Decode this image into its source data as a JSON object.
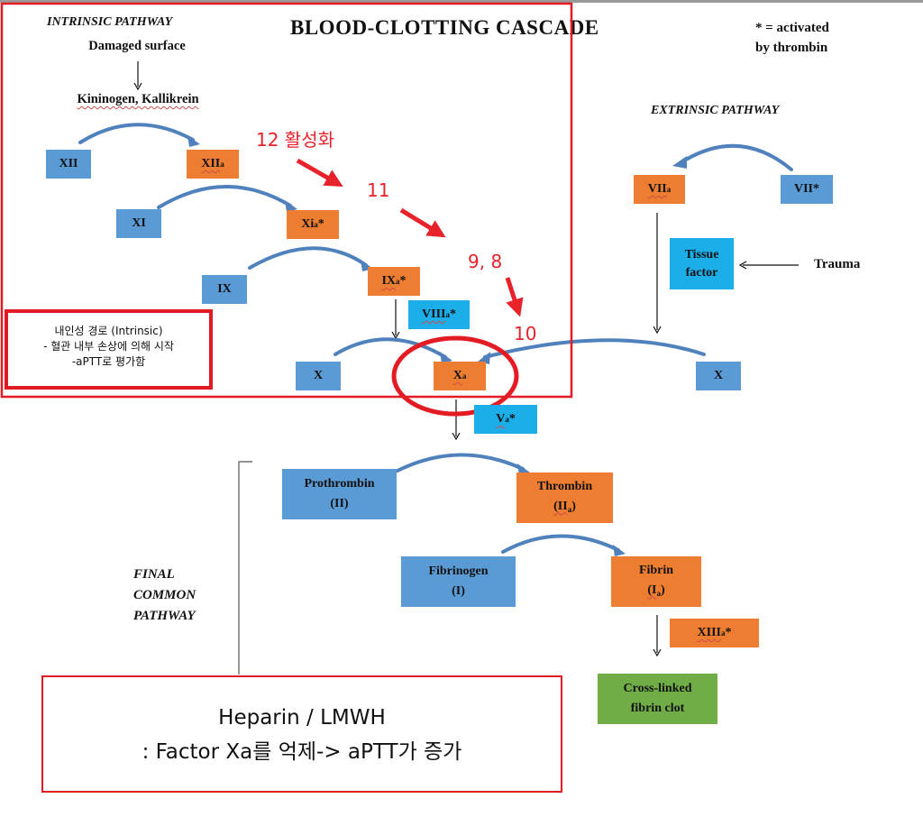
{
  "title": "BLOOD-CLOTTING CASCADE",
  "legend": {
    "line1": "* = activated",
    "line2": "by thrombin"
  },
  "intrinsic": {
    "header": "INTRINSIC PATHWAY",
    "damaged_surface": "Damaged surface",
    "kininogen": "Kininogen, Kallikrein",
    "factors": {
      "xii": "XII",
      "xiia": "XII",
      "xiia_sub": "a",
      "xi": "XI",
      "xia": "Xi",
      "xia_sub": "a",
      "xia_star": "*",
      "ix": "IX",
      "ixa": "IX",
      "ixa_sub": "a",
      "ixa_star": "*",
      "viiia": "VIII",
      "viiia_sub": "a",
      "viiia_star": "*",
      "x": "X"
    }
  },
  "extrinsic": {
    "header": "EXTRINSIC PATHWAY",
    "viia": "VII",
    "viia_sub": "a",
    "vii": "VII*",
    "tissue_factor_1": "Tissue",
    "tissue_factor_2": "factor",
    "trauma": "Trauma",
    "x": "X"
  },
  "common": {
    "header_1": "FINAL",
    "header_2": "COMMON",
    "header_3": "PATHWAY",
    "xa": "X",
    "xa_sub": "a",
    "va": "V",
    "va_sub": "a",
    "va_star": "*",
    "prothrombin_1": "Prothrombin",
    "prothrombin_2": "(II)",
    "thrombin_1": "Thrombin",
    "thrombin_2": "(II",
    "thrombin_sub": "a",
    "thrombin_close": ")",
    "fibrinogen_1": "Fibrinogen",
    "fibrinogen_2": "(I)",
    "fibrin_1": "Fibrin",
    "fibrin_2": "(I",
    "fibrin_sub": "a",
    "fibrin_close": ")",
    "xiiia": "XIII",
    "xiiia_sub": "a",
    "xiiia_star": "*",
    "clot_1": "Cross-linked",
    "clot_2": "fibrin clot"
  },
  "annotations": {
    "step_12": "12 활성화",
    "step_11": "11",
    "step_98": "9, 8",
    "step_10": "10",
    "note_line1": "내인성 경로 (Intrinsic)",
    "note_line2": "- 혈관 내부 손상에 의해 시작",
    "note_line3": "-aPTT로 평가함",
    "bottom_line1": "Heparin / LMWH",
    "bottom_line2": ": Factor Xa를 억제-> aPTT가 증가"
  },
  "colors": {
    "inactive_factor": "#5b9bd5",
    "active_factor": "#ed7d31",
    "cofactor": "#1caee8",
    "clot": "#70ad47",
    "annotation_red": "#e31b23"
  }
}
